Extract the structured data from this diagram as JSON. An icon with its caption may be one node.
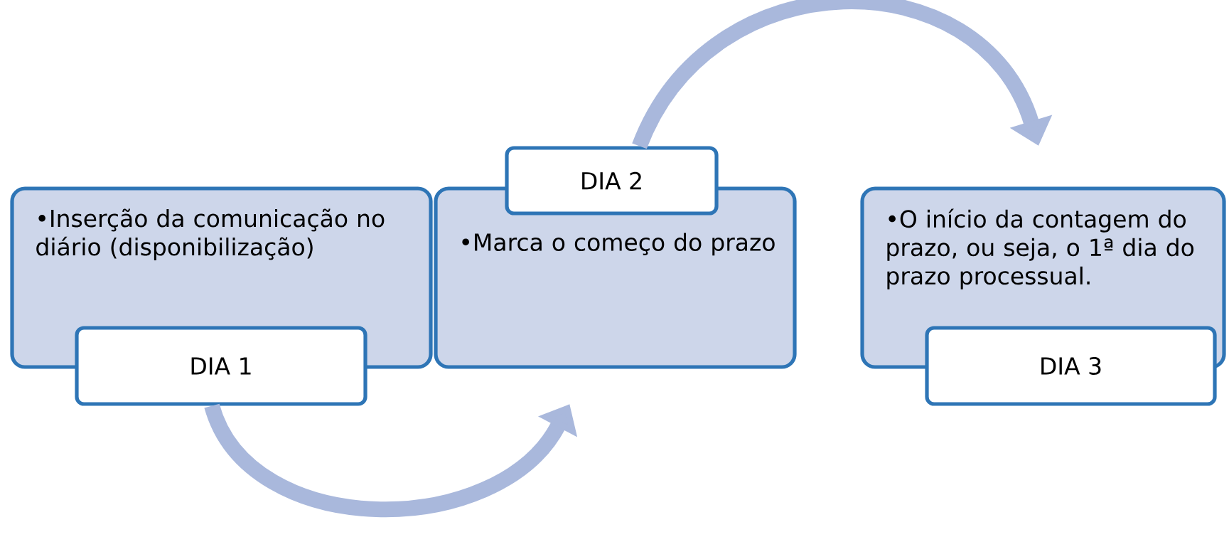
{
  "diagram": {
    "nodes": [
      {
        "text": [
          "•Inserção da comunicação no diário (disponibilização)"
        ]
      },
      {
        "text": [
          "DIA 1"
        ]
      },
      {
        "text": [
          "•Marca o começo do prazo"
        ]
      },
      {
        "text": [
          "DIA 2"
        ]
      },
      {
        "text": [
          "•O início da contagem do prazo, ou seja, o 1ª dia do prazo processual."
        ]
      },
      {
        "text": [
          "DIA 3"
        ]
      }
    ],
    "edges": [
      {
        "from": 1,
        "to": 2,
        "arrow": "to"
      },
      {
        "from": 3,
        "to": 4,
        "arrow": "to"
      }
    ]
  }
}
